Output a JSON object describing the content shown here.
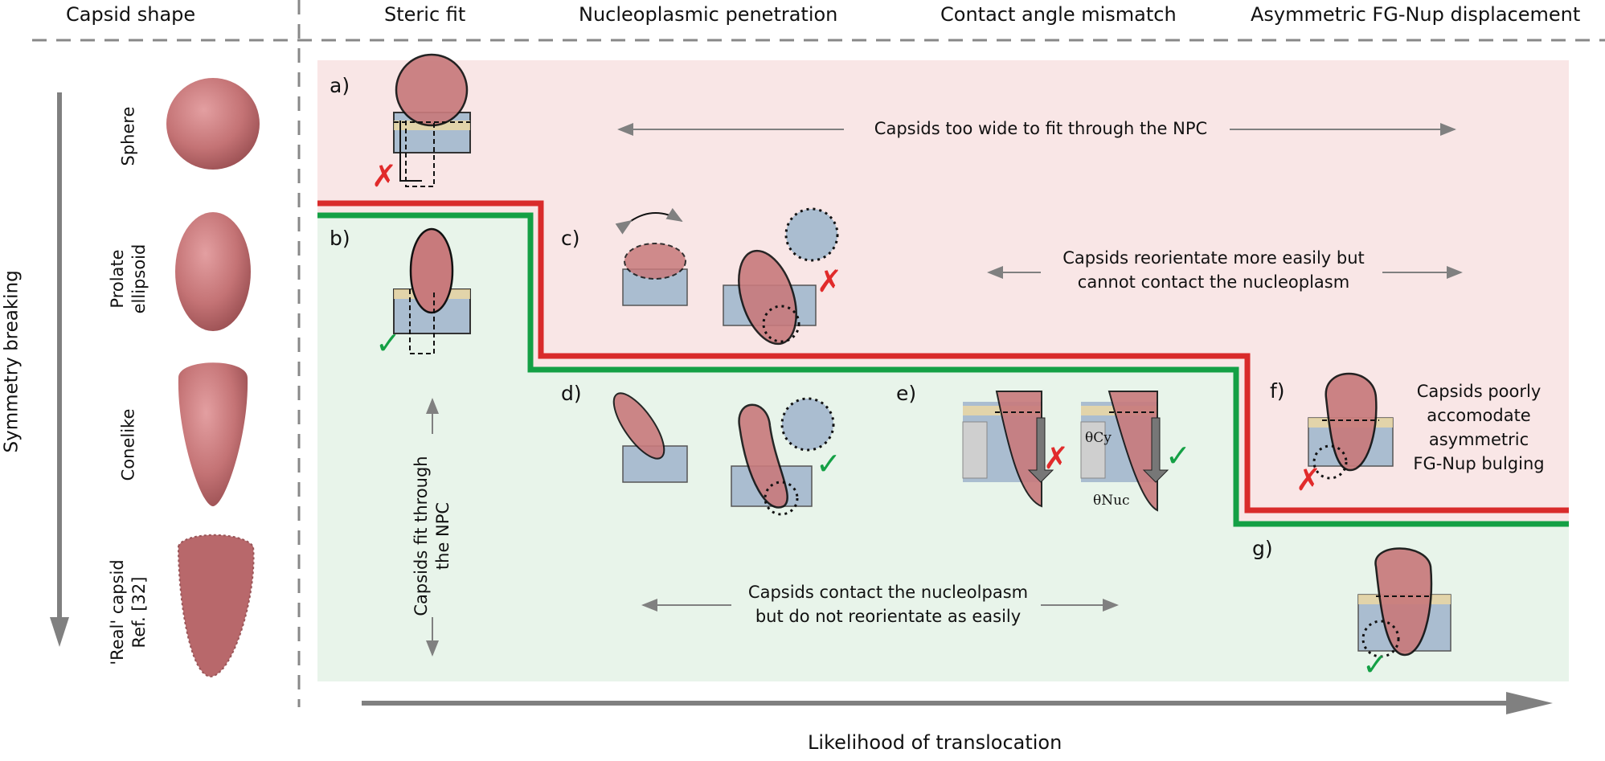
{
  "columns": {
    "capsid_shape": "Capsid shape",
    "steric_fit": "Steric fit",
    "nucleoplasmic_penetration": "Nucleoplasmic penetration",
    "contact_angle_mismatch": "Contact angle mismatch",
    "asymmetric_fgnup": "Asymmetric FG-Nup displacement"
  },
  "rows": {
    "sphere": "Sphere",
    "prolate_l1": "Prolate",
    "prolate_l2": "ellipsoid",
    "conelike": "Conelike",
    "real_l1": "'Real' capsid",
    "real_l2": "Ref. [32]"
  },
  "axes": {
    "symmetry_breaking": "Symmetry breaking",
    "likelihood": "Likelihood of translocation"
  },
  "panels": {
    "a": "a)",
    "b": "b)",
    "c": "c)",
    "d": "d)",
    "e": "e)",
    "f": "f)",
    "g": "g)"
  },
  "notes": {
    "too_wide": "Capsids too wide to fit through the NPC",
    "reorient_l1": "Capsids reorientate more easily but",
    "reorient_l2": "cannot contact the nucleoplasm",
    "fit_l1": "Capsids fit through",
    "fit_l2": "the NPC",
    "contact_l1": "Capsids contact the nucleolpasm",
    "contact_l2": "but do not reorientate as easily",
    "poor_l1": "Capsids poorly",
    "poor_l2": "accomodate",
    "poor_l3": "asymmetric",
    "poor_l4": "FG-Nup bulging"
  },
  "angles": {
    "cy": "θCy",
    "nuc": "θNuc"
  },
  "colors": {
    "fail_region": "#f9e6e6",
    "pass_region": "#e8f4ea",
    "fail_line": "#d92b2b",
    "pass_line": "#14a045",
    "capsid": "#c87a7c",
    "pore": "#aabdd0",
    "arrow": "#808080"
  }
}
